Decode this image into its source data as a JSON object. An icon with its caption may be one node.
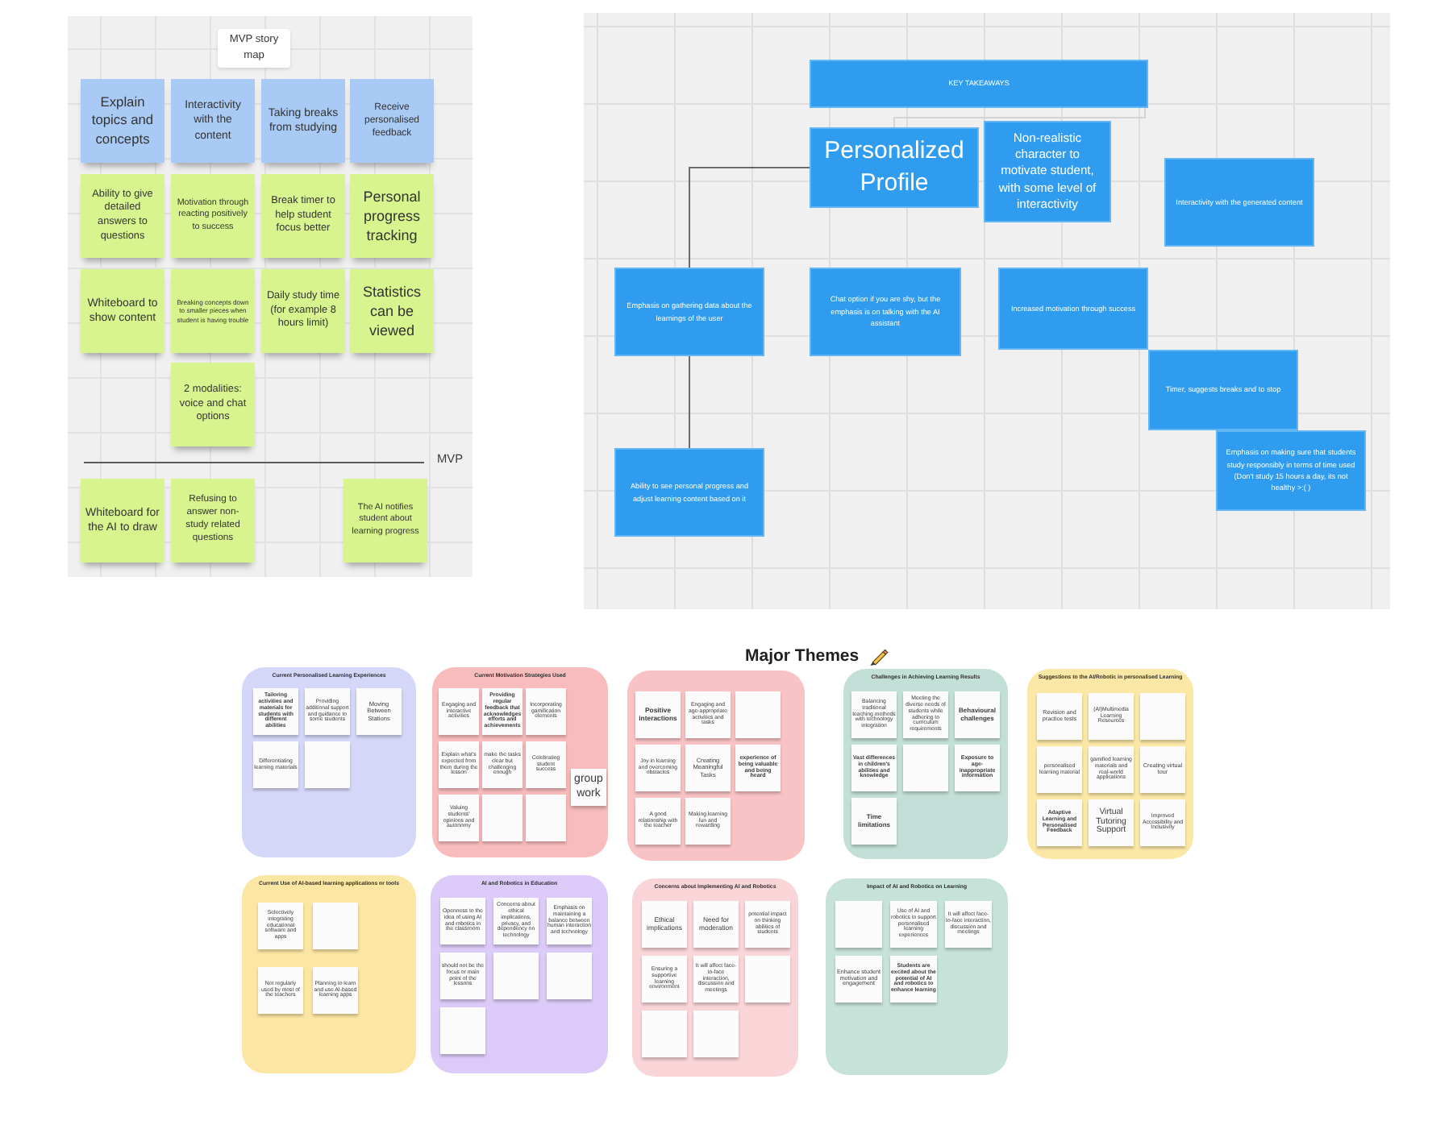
{
  "diagram": {
    "nodes": [
      {
        "text": [
          "MVP story map"
        ]
      },
      {
        "text": [
          "Explain topics and concepts"
        ]
      },
      {
        "text": [
          "Interactivity with the content"
        ]
      },
      {
        "text": [
          "Taking breaks from studying"
        ]
      },
      {
        "text": [
          "Receive personalised feedback"
        ]
      },
      {
        "text": [
          "Ability to give detailed answers to questions"
        ]
      },
      {
        "text": [
          "Motivation through reacting positively to success"
        ]
      },
      {
        "text": [
          "Break timer to help student focus better"
        ]
      },
      {
        "text": [
          "Personal progress tracking"
        ]
      },
      {
        "text": [
          "Whiteboard to show content"
        ]
      },
      {
        "text": [
          "Breaking concepts down to smaller pieces when student is having trouble"
        ]
      },
      {
        "text": [
          "Daily study time (for example 8 hours limit)"
        ]
      },
      {
        "text": [
          "Statistics can be viewed"
        ]
      },
      {
        "text": [
          "2 modalities: voice and chat options"
        ]
      },
      {
        "text": [
          "Whiteboard for the AI to draw"
        ]
      },
      {
        "text": [
          "Refusing to answer non-study related questions"
        ]
      },
      {
        "text": [
          "The AI notifies student about learning progress"
        ]
      },
      {
        "text": [
          "KEY TAKEAWAYS"
        ]
      },
      {
        "text": [
          "Personalized Profile"
        ]
      },
      {
        "text": [
          "Non-realistic character to motivate student, with some level of interactivity"
        ]
      },
      {
        "text": [
          "Interactivity with the generated content"
        ]
      },
      {
        "text": [
          "Emphasis on gathering data about the learnings of the user"
        ]
      },
      {
        "text": [
          "Chat option if you are shy, but the emphasis is on talking with the AI assistant"
        ]
      },
      {
        "text": [
          "Increased motivation through success"
        ]
      },
      {
        "text": [
          "Timer, suggests breaks and to stop"
        ]
      },
      {
        "text": [
          "Emphasis on making sure that students study responsibly in terms of time used (Don't study 15 hours a day, its not healthy >:( )"
        ]
      },
      {
        "text": [
          "Ability to see personal progress and adjust learning content based on it"
        ]
      },
      {
        "text": [
          "Current Personalised Learning Experiences"
        ]
      },
      {
        "text": [
          "Tailoring activities and materials for students with different abilities"
        ],
        "in": 27
      },
      {
        "text": [
          "Providing additional support and guidance to some students"
        ],
        "in": 27
      },
      {
        "text": [
          "Moving Between Stations"
        ],
        "in": 27
      },
      {
        "text": [
          "Differentiating learning materials"
        ],
        "in": 27
      },
      {
        "text": [],
        "shape": "box",
        "in": 27
      },
      {
        "text": [
          "Current Motivation Strategies Used"
        ]
      },
      {
        "text": [
          "Engaging and interactive activities"
        ],
        "in": 33
      },
      {
        "text": [
          "Providing regular feedback that acknowledges efforts and achievements"
        ],
        "in": 33
      },
      {
        "text": [
          "Incorporating gamification elements"
        ],
        "in": 33
      },
      {
        "text": [
          "Explain what's expected from them during the lesson"
        ],
        "in": 33
      },
      {
        "text": [
          "make the tasks clear but challenging enough"
        ],
        "in": 33
      },
      {
        "text": [
          "Celebrating student success"
        ],
        "in": 33
      },
      {
        "text": [
          "Valuing students' opinions and autonomy"
        ],
        "in": 33
      },
      {
        "text": [],
        "shape": "box",
        "in": 33
      },
      {
        "text": [],
        "shape": "box",
        "in": 33
      },
      {
        "text": [
          "group work"
        ],
        "in": 33
      },
      {
        "text": [],
        "shape": "box"
      },
      {
        "text": [
          "Positive interactions"
        ],
        "in": 44
      },
      {
        "text": [
          "Engaging and age-appropriate activities and tasks"
        ],
        "in": 44
      },
      {
        "text": [],
        "shape": "box",
        "in": 44
      },
      {
        "text": [
          "Joy in learning and overcoming obstacles"
        ],
        "in": 44
      },
      {
        "text": [
          "Creating Meaningful Tasks"
        ],
        "in": 44
      },
      {
        "text": [
          "experience of being valuable and being heard"
        ],
        "in": 44
      },
      {
        "text": [
          "A good relationship with the teacher"
        ],
        "in": 44
      },
      {
        "text": [
          "Making learning fun and rewarding"
        ],
        "in": 44
      },
      {
        "text": [
          "Challenges in Achieving Learning Results"
        ]
      },
      {
        "text": [
          "Balancing traditional teaching methods with technology integration"
        ],
        "in": 53
      },
      {
        "text": [
          "Meeting the diverse needs of students while adhering to curriculum requirements"
        ],
        "in": 53
      },
      {
        "text": [
          "Behavioural challenges"
        ],
        "in": 53
      },
      {
        "text": [
          "Vast differences in children's abilities and knowledge"
        ],
        "in": 53
      },
      {
        "text": [],
        "shape": "box",
        "in": 53
      },
      {
        "text": [
          "Exposure to age-inappropriate information"
        ],
        "in": 53
      },
      {
        "text": [
          "Time limitations"
        ],
        "in": 53
      },
      {
        "text": [
          "Suggestions to the AI/Robotic in personalised Learning"
        ]
      },
      {
        "text": [
          "Revision and practice tests"
        ],
        "in": 61
      },
      {
        "text": [
          "(AI)Multimedia Learning Resources"
        ],
        "in": 61
      },
      {
        "text": [],
        "shape": "box",
        "in": 61
      },
      {
        "text": [
          "personalised learning material"
        ],
        "in": 61
      },
      {
        "text": [
          "gamified learning materials and real-world applications"
        ],
        "in": 61
      },
      {
        "text": [
          "Creating virtual tour"
        ],
        "in": 61
      },
      {
        "text": [
          "Adaptive Learning and Personalised Feedback"
        ],
        "in": 61
      },
      {
        "text": [
          "Virtual Tutoring Support"
        ],
        "in": 61
      },
      {
        "text": [
          "Improved Accessibility and Inclusivity"
        ],
        "in": 61
      },
      {
        "text": [
          "Current Use of AI-based learning applications or tools"
        ]
      },
      {
        "text": [
          "Selectively integrating educational software and apps"
        ],
        "in": 71
      },
      {
        "text": [],
        "shape": "box",
        "in": 71
      },
      {
        "text": [
          "Not regularly used by most of the teachers"
        ],
        "in": 71
      },
      {
        "text": [
          "Planning to learn and use AI-based learning apps"
        ],
        "in": 71
      },
      {
        "text": [
          "AI and Robotics in Education"
        ]
      },
      {
        "text": [
          "Openness to the idea of using AI and robotics in the classroom"
        ],
        "in": 76
      },
      {
        "text": [
          "Concerns about ethical implications, privacy, and dependency on technology"
        ],
        "in": 76
      },
      {
        "text": [
          "Emphasis on maintaining a balance between human interaction and technology"
        ],
        "in": 76
      },
      {
        "text": [
          "should not be the focus or main point of the lessons"
        ],
        "in": 76
      },
      {
        "text": [],
        "shape": "box",
        "in": 76
      },
      {
        "text": [],
        "shape": "box",
        "in": 76
      },
      {
        "text": [],
        "shape": "box",
        "in": 76
      },
      {
        "text": [
          "Concerns about Implementing AI and Robotics"
        ]
      },
      {
        "text": [
          "Ethical implications"
        ],
        "in": 84
      },
      {
        "text": [
          "Need for moderation"
        ],
        "in": 84
      },
      {
        "text": [
          "potential impact on thinking abilities of students"
        ],
        "in": 84
      },
      {
        "text": [
          "Ensuring a supportive learning environment"
        ],
        "in": 84
      },
      {
        "text": [
          "It will affect face-to-face interaction, discussion and meetings"
        ],
        "in": 84
      },
      {
        "text": [],
        "shape": "box",
        "in": 84
      },
      {
        "text": [],
        "shape": "box",
        "in": 84
      },
      {
        "text": [],
        "shape": "box",
        "in": 84
      },
      {
        "text": [
          "Impact of AI and Robotics on Learning"
        ]
      },
      {
        "text": [],
        "shape": "box",
        "in": 93
      },
      {
        "text": [
          "Use of AI and robotics to support personalised learning experiences"
        ],
        "in": 93
      },
      {
        "text": [
          "It will affect face-to-face interaction, discussion and meetings"
        ],
        "in": 93
      },
      {
        "text": [
          "Enhance student motivation and engagement"
        ],
        "in": 93
      },
      {
        "text": [
          "Students are excited about the potential of AI and robotics to enhance learning"
        ],
        "in": 93
      }
    ],
    "edges": [
      {
        "from": 17,
        "to": 18,
        "arrow": "none",
        "color": "#d4d4d4"
      },
      {
        "from": 18,
        "to": 21,
        "arrow": "none"
      },
      {
        "from": 21,
        "to": 26,
        "arrow": "none"
      }
    ],
    "labels": [
      "MVP",
      "Major Themes"
    ]
  }
}
